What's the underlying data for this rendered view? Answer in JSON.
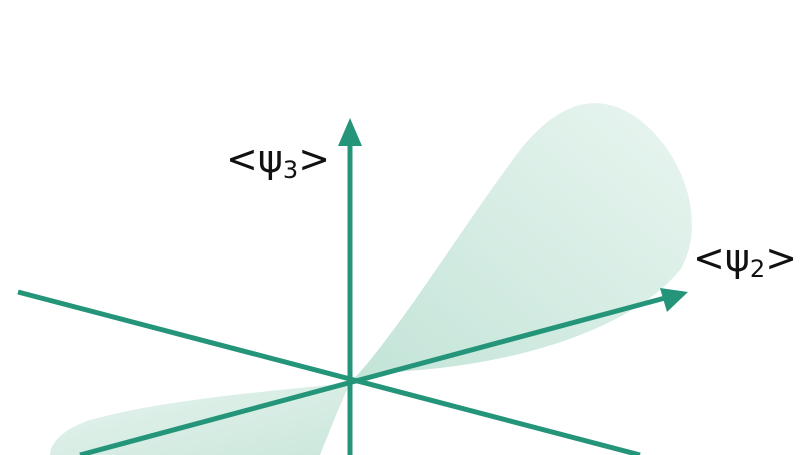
{
  "labels": {
    "axis_vertical": {
      "open": "<ψ",
      "sub": "3",
      "close": ">"
    },
    "axis_right": {
      "open": "<ψ",
      "sub": "2",
      "close": ">"
    }
  },
  "colors": {
    "axis": "#25957a",
    "surface": "#cfe9df",
    "text": "#111111"
  }
}
